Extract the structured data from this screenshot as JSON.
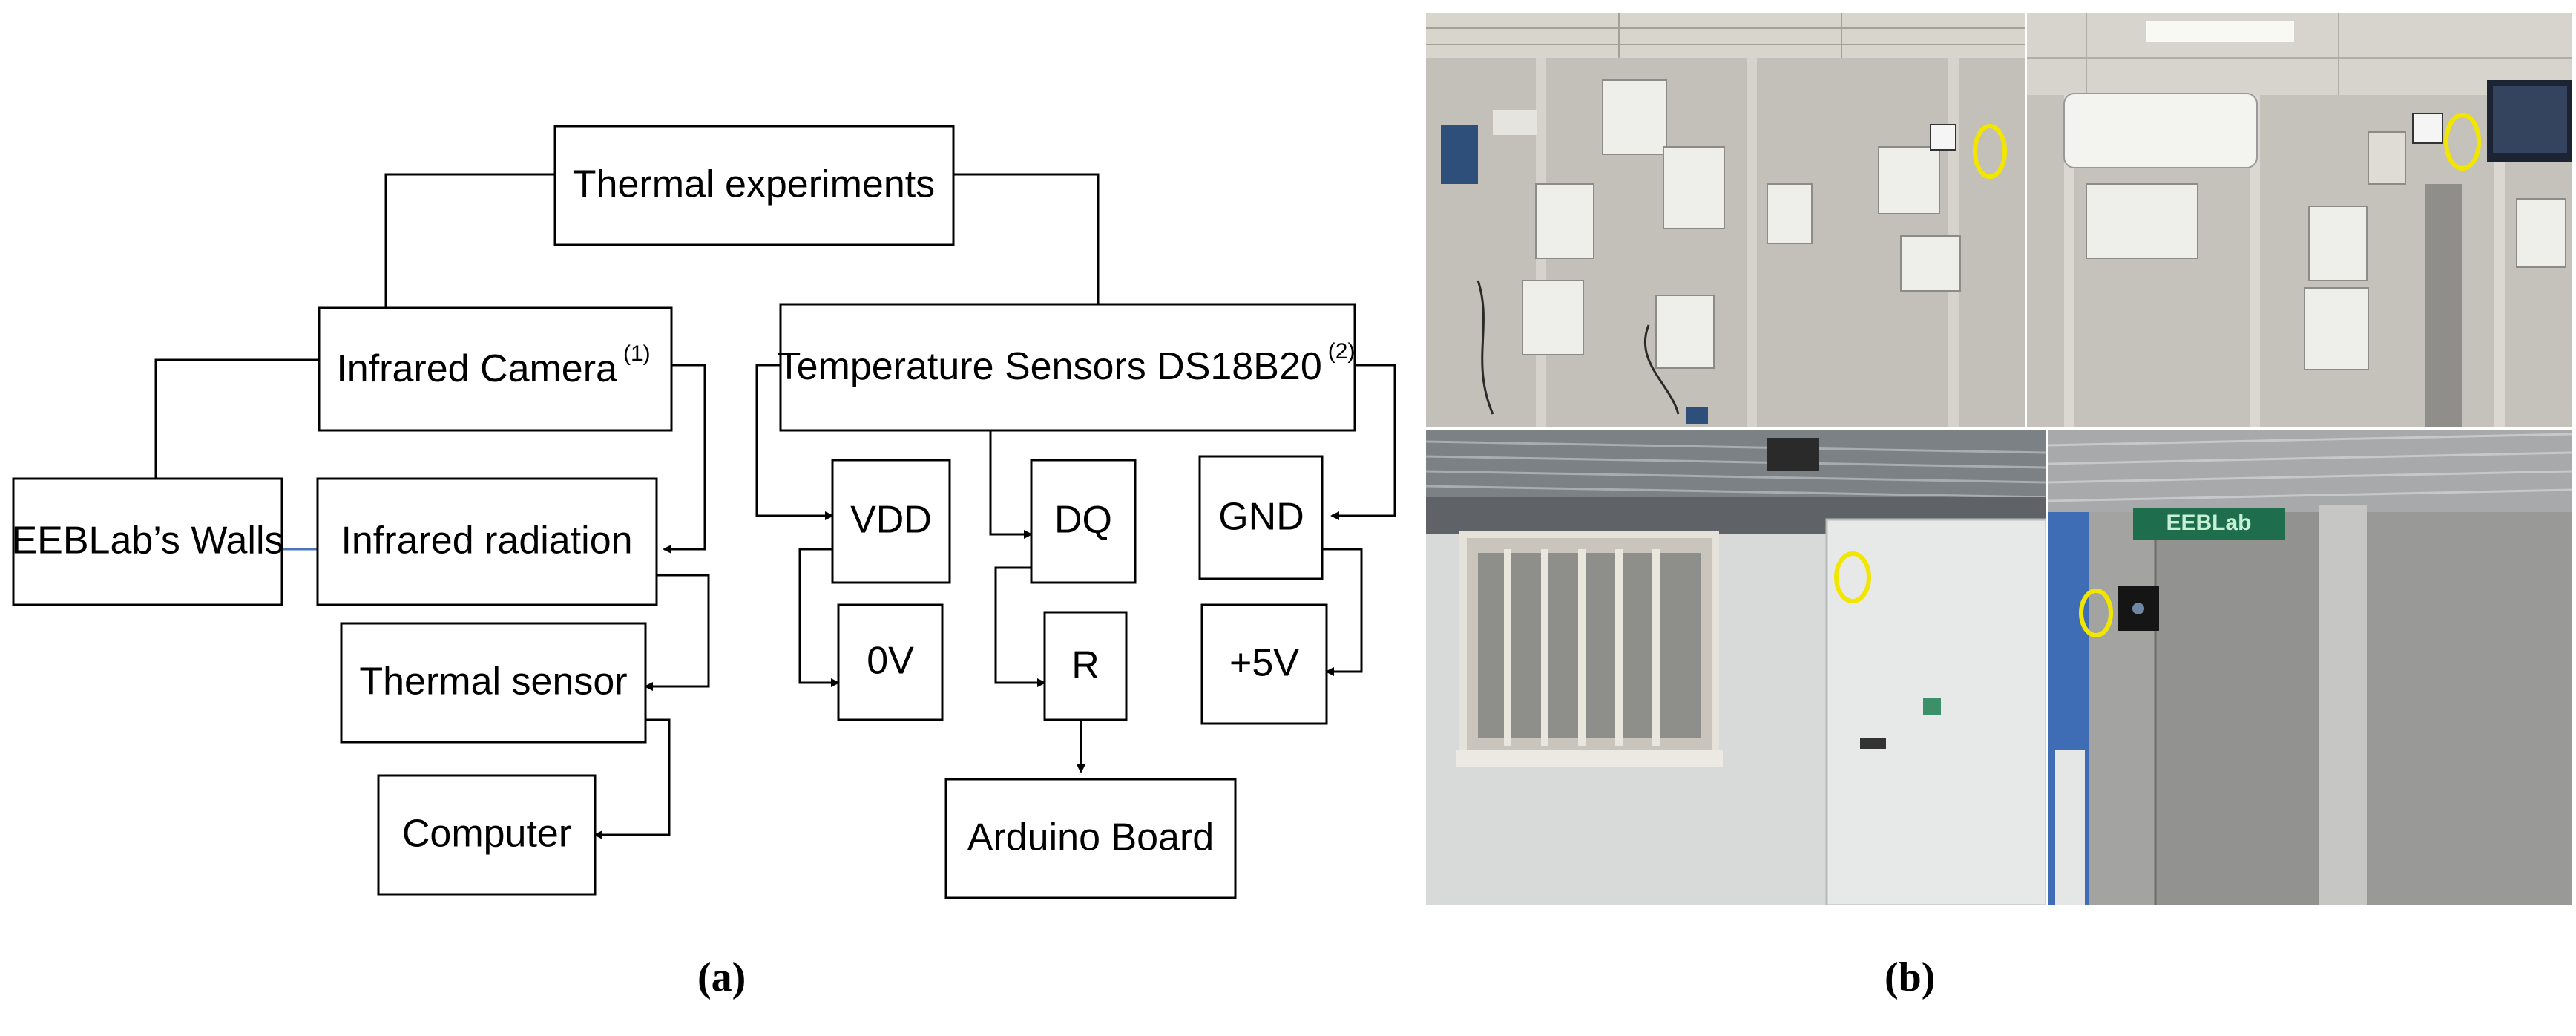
{
  "diagram": {
    "root": "Thermal experiments",
    "camera": {
      "label": "Infrared Camera",
      "sup": "(1)"
    },
    "sensors": {
      "label": "Temperature Sensors DS18B20",
      "sup": "(2)"
    },
    "walls": "EEBLab’s Walls",
    "ir_radiation": "Infrared radiation",
    "thermal_sensor": "Thermal sensor",
    "computer": "Computer",
    "vdd": "VDD",
    "dq": "DQ",
    "gnd": "GND",
    "zero_v": "0V",
    "r": "R",
    "plus5v": "+5V",
    "arduino": "Arduino Board"
  },
  "photos": {
    "sign_text": "EEBLab",
    "marker_color": "#f2e600"
  },
  "captions": {
    "a": "(a)",
    "b": "(b)"
  }
}
